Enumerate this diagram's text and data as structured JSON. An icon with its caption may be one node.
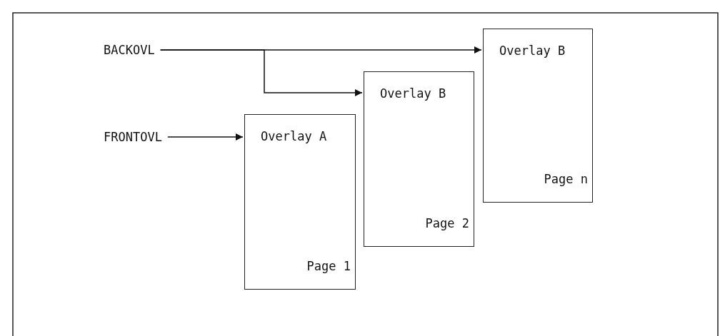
{
  "diagram": {
    "nodes": [
      {
        "text": [
          "BACKOVL"
        ]
      },
      {
        "text": [
          "Overlay B",
          "Page n"
        ]
      },
      {
        "text": [
          "Overlay B",
          "Page 2"
        ]
      },
      {
        "text": [
          "FRONTOVL"
        ]
      },
      {
        "text": [
          "Overlay A",
          "Page 1"
        ]
      }
    ],
    "edges": [
      {
        "from": 0,
        "to": 1,
        "arrow": "to"
      },
      {
        "from": 0,
        "to": 2,
        "arrow": "to"
      },
      {
        "from": 3,
        "to": 4,
        "arrow": "to"
      }
    ]
  }
}
